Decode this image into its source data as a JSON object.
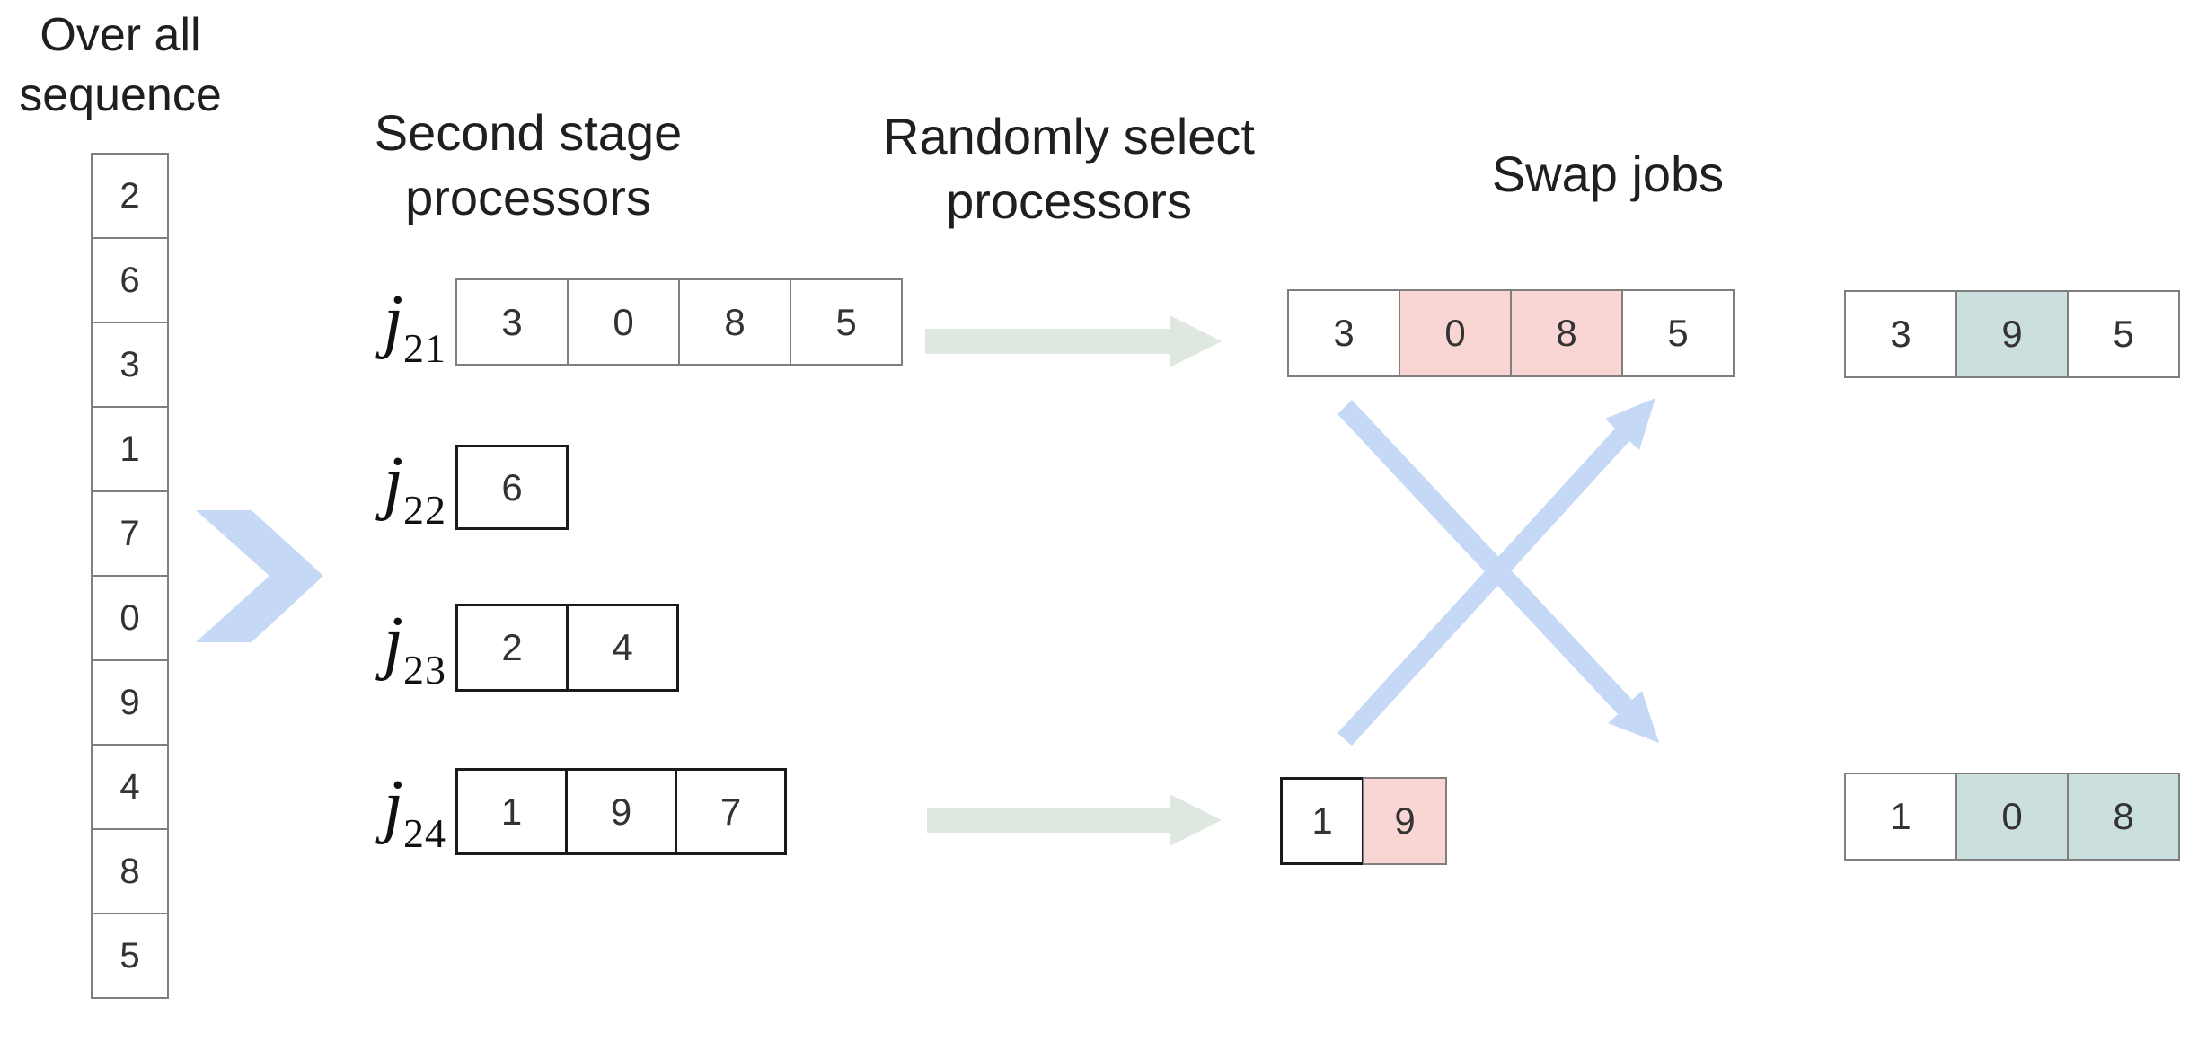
{
  "titles": {
    "overall": {
      "line1": "Over all",
      "line2": "sequence"
    },
    "second_stage": {
      "line1": "Second stage",
      "line2": "processors"
    },
    "random_select": {
      "line1": "Randomly select",
      "line2": "processors"
    },
    "swap": "Swap jobs"
  },
  "overall_sequence": {
    "cells": [
      "2",
      "6",
      "3",
      "1",
      "7",
      "0",
      "9",
      "4",
      "8",
      "5"
    ]
  },
  "processor_rows": [
    {
      "key": "j21",
      "label_base": "j",
      "label_sub": "21",
      "cells": [
        {
          "v": "3"
        },
        {
          "v": "0"
        },
        {
          "v": "8"
        },
        {
          "v": "5"
        }
      ]
    },
    {
      "key": "j22",
      "label_base": "j",
      "label_sub": "22",
      "cells": [
        {
          "v": "6"
        }
      ]
    },
    {
      "key": "j23",
      "label_base": "j",
      "label_sub": "23",
      "cells": [
        {
          "v": "2"
        },
        {
          "v": "4"
        }
      ]
    },
    {
      "key": "j24",
      "label_base": "j",
      "label_sub": "24",
      "cells": [
        {
          "v": "1"
        },
        {
          "v": "9"
        },
        {
          "v": "7"
        }
      ]
    }
  ],
  "selected_rows": [
    {
      "key": "sel-top",
      "cells": [
        {
          "v": "3"
        },
        {
          "v": "0",
          "hl": "pink"
        },
        {
          "v": "8",
          "hl": "pink"
        },
        {
          "v": "5"
        }
      ]
    },
    {
      "key": "sel-bottom",
      "cells": [
        {
          "v": "1"
        },
        {
          "v": "9",
          "hl": "pink"
        }
      ]
    }
  ],
  "swapped_rows": [
    {
      "key": "swap-top",
      "cells": [
        {
          "v": "3"
        },
        {
          "v": "9",
          "hl": "teal"
        },
        {
          "v": "5"
        }
      ]
    },
    {
      "key": "swap-bottom",
      "cells": [
        {
          "v": "1"
        },
        {
          "v": "0",
          "hl": "teal"
        },
        {
          "v": "8",
          "hl": "teal"
        }
      ]
    }
  ],
  "colors": {
    "highlight_pink": "#f9d6d3",
    "highlight_teal": "#cbe0de",
    "arrow_blue": "#c5d9f6",
    "arrow_green": "#dfe8df",
    "box_border_gray": "#7f7f7f",
    "box_border_black": "#1a1a1a",
    "text": "#262626"
  }
}
